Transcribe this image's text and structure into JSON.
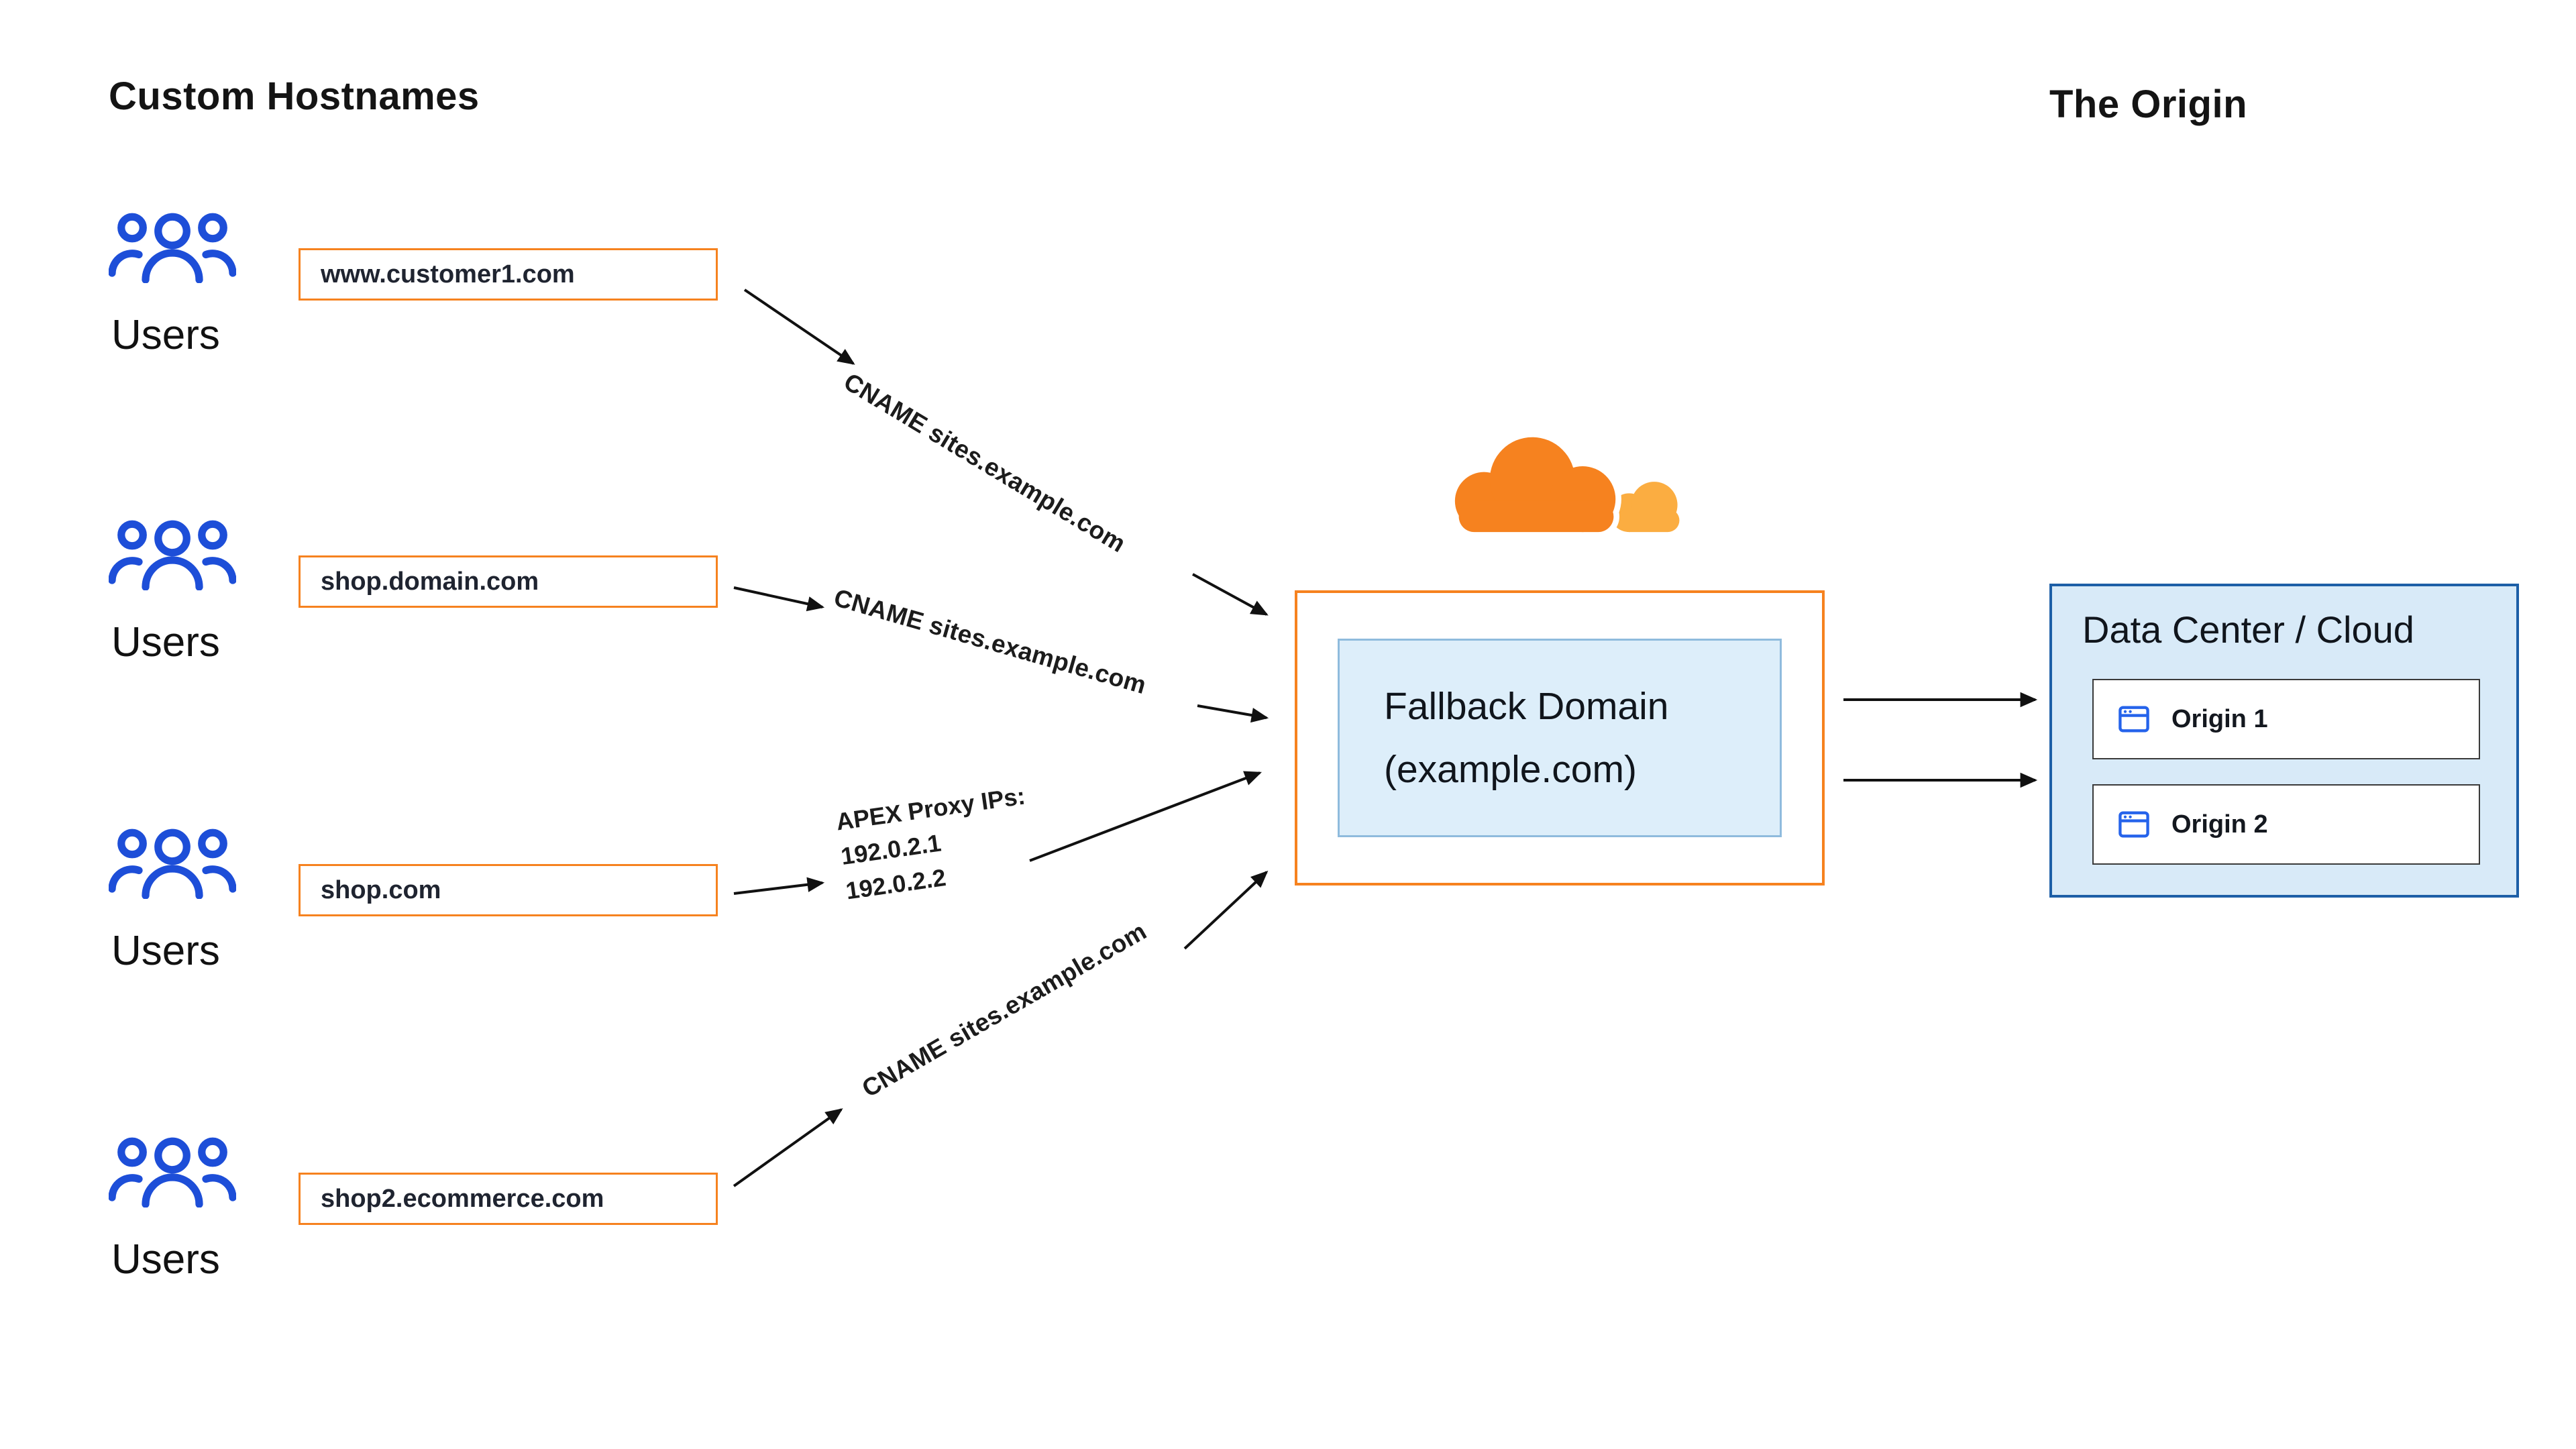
{
  "titles": {
    "custom_hostnames": "Custom Hostnames",
    "the_origin": "The Origin"
  },
  "user_groups": [
    {
      "label": "Users",
      "hostname": "www.customer1.com"
    },
    {
      "label": "Users",
      "hostname": "shop.domain.com"
    },
    {
      "label": "Users",
      "hostname": "shop.com"
    },
    {
      "label": "Users",
      "hostname": "shop2.ecommerce.com"
    }
  ],
  "connections": [
    {
      "type": "cname",
      "label": "CNAME sites.example.com"
    },
    {
      "type": "cname",
      "label": "CNAME sites.example.com"
    },
    {
      "type": "apex",
      "lines": [
        "APEX Proxy IPs:",
        "192.0.2.1",
        "192.0.2.2"
      ]
    },
    {
      "type": "cname",
      "label": "CNAME sites.example.com"
    }
  ],
  "fallback_domain": {
    "line1": "Fallback Domain",
    "line2": "(example.com)"
  },
  "origin": {
    "title": "Data Center / Cloud",
    "items": [
      {
        "label": "Origin 1"
      },
      {
        "label": "Origin 2"
      }
    ]
  },
  "colors": {
    "cloudflare_orange": "#F6821F",
    "cloudflare_light_orange": "#FBAD41",
    "user_icon_blue": "#1D4ED8",
    "origin_panel_bg": "#D8EAF8",
    "origin_panel_border": "#1D5FA7",
    "fallback_inner_bg": "#DDEEFA",
    "fallback_inner_border": "#8FBBDD",
    "arrow": "#111111"
  }
}
